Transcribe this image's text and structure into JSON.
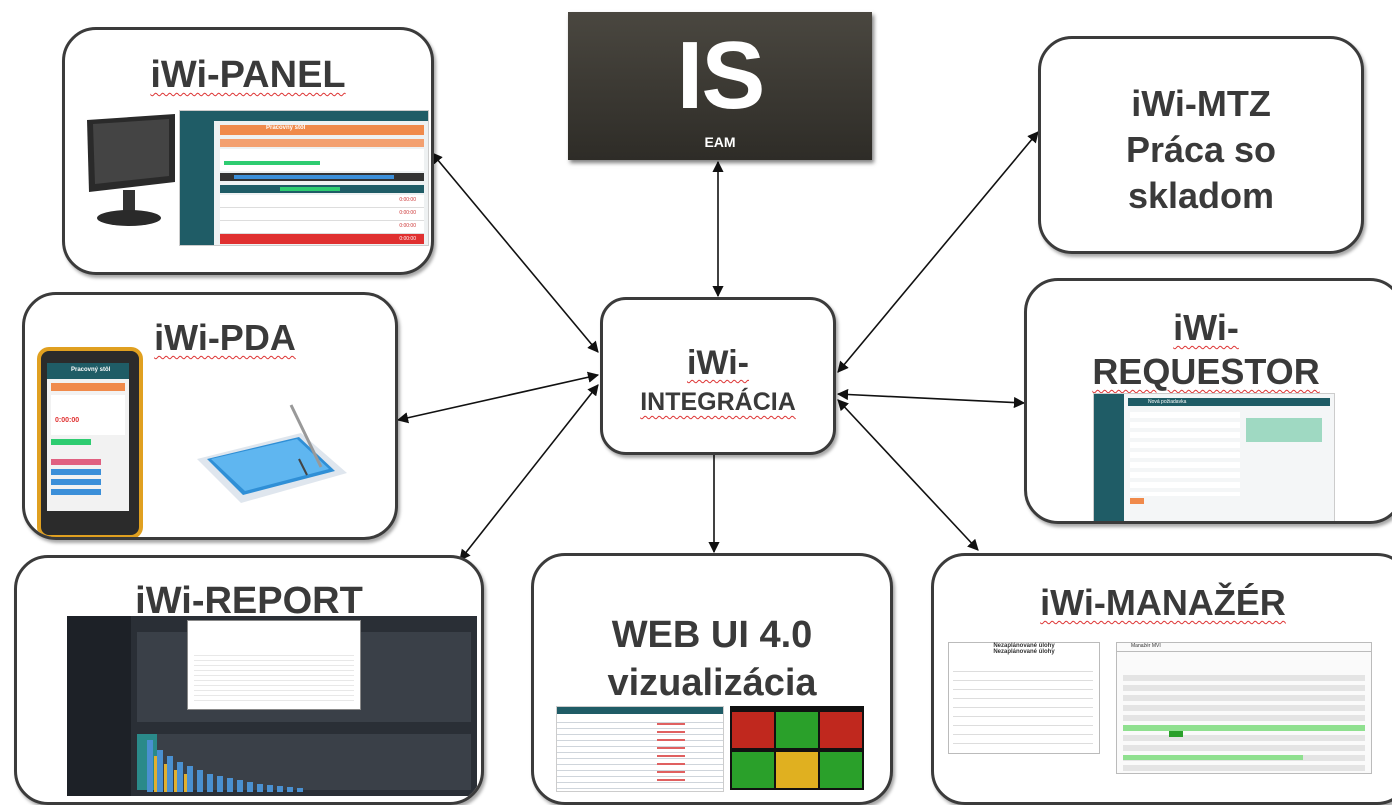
{
  "center": {
    "line1": "iWi-",
    "line2": "INTEGRÁCIA"
  },
  "is_system": {
    "title": "IS",
    "subtitle": "EAM"
  },
  "panel": {
    "title": "iWi-PANEL",
    "app_header": "Pracovný stôl",
    "rows": [
      "0:00:00",
      "0:00:00",
      "0:00:00",
      "0:00:00"
    ]
  },
  "pda": {
    "title": "iWi-PDA",
    "app_header": "Pracovný stôl",
    "amount": "0:00:00"
  },
  "report": {
    "title": "iWi-REPORT"
  },
  "webui": {
    "line1": "WEB UI 4.0",
    "line2": "vizualizácia"
  },
  "manazer": {
    "title": "iWi-MANAŽÉR",
    "table_title": "Nezaplánované úlohy",
    "table_subtitle": "Nezaplánované úlohy",
    "grid_title": "Manažér MVI"
  },
  "requestor": {
    "line1": "iWi-",
    "line2": "REQUESTOR",
    "app_header": "Nová požiadavka"
  },
  "mtz": {
    "line1": "iWi-MTZ",
    "line2": "Práca so",
    "line3": "skladom"
  },
  "colors": {
    "border": "#3b3b3b",
    "teal": "#1f5c66",
    "orange": "#f08a4b",
    "green": "#2ecc71",
    "red": "#e03030"
  }
}
